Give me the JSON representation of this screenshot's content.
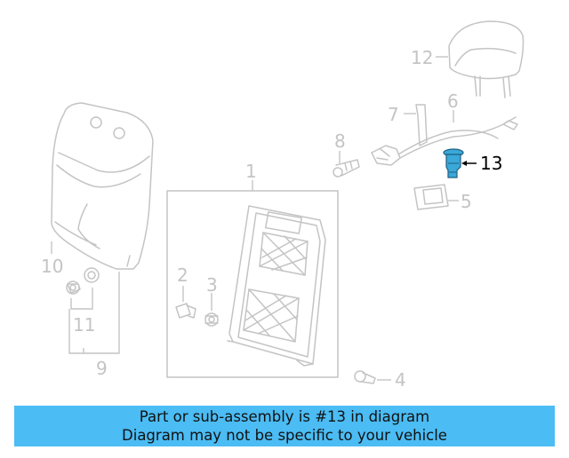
{
  "callouts": {
    "c1": "1",
    "c2": "2",
    "c3": "3",
    "c4": "4",
    "c5": "5",
    "c6": "6",
    "c7": "7",
    "c8": "8",
    "c9": "9",
    "c10": "10",
    "c11": "11",
    "c12": "12",
    "c13": "13"
  },
  "highlight_color": "#3aa8d8",
  "banner": {
    "line1": "Part or sub-assembly is #13 in diagram",
    "line2": "Diagram may not be specific to your vehicle",
    "color": "#4bbcf4"
  }
}
